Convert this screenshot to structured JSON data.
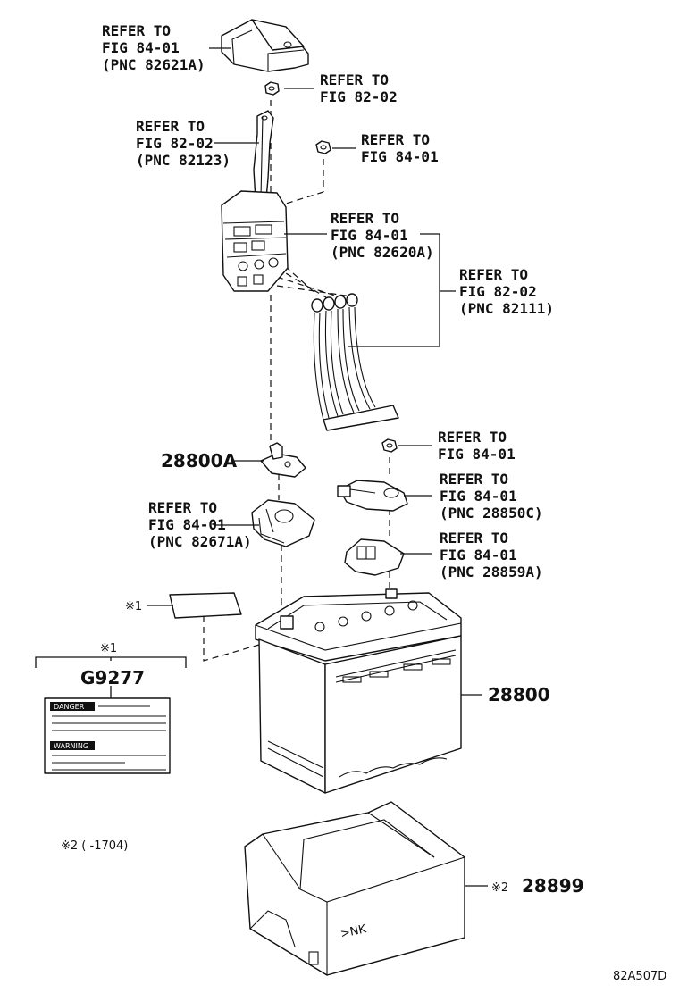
{
  "callouts": {
    "upper_cover": [
      "REFER TO",
      "FIG 84-01",
      "(PNC 82621A)"
    ],
    "nut_top": [
      "REFER TO",
      "FIG 82-02"
    ],
    "wire_harness": [
      "REFER TO",
      "FIG 82-02",
      "(PNC 82123)"
    ],
    "nut_mid": [
      "REFER TO",
      "FIG 84-01"
    ],
    "fuse_block": [
      "REFER TO",
      "FIG 84-01",
      "(PNC 82620A)"
    ],
    "battery_cables": [
      "REFER TO",
      "FIG 82-02",
      "(PNC 82111)"
    ],
    "clamp_nut": [
      "REFER TO",
      "FIG 84-01"
    ],
    "neg_terminal": [
      "REFER TO",
      "FIG 84-01",
      "(PNC 28850C)"
    ],
    "terminal_cover": [
      "REFER TO",
      "FIG 84-01",
      "(PNC 28859A)"
    ],
    "pos_cover": [
      "REFER TO",
      "FIG 84-01",
      "(PNC 82671A)"
    ]
  },
  "part_numbers": {
    "clamp": "28800A",
    "battery": "28800",
    "tray": "28899",
    "label": "G9277"
  },
  "notes": {
    "mark1": "※1",
    "mark2": "※2",
    "note2_text": "※2 (     -1704)"
  },
  "warning_label": {
    "heading1": "DANGER",
    "heading2": "WARNING"
  },
  "diagram_code": "82A507D"
}
